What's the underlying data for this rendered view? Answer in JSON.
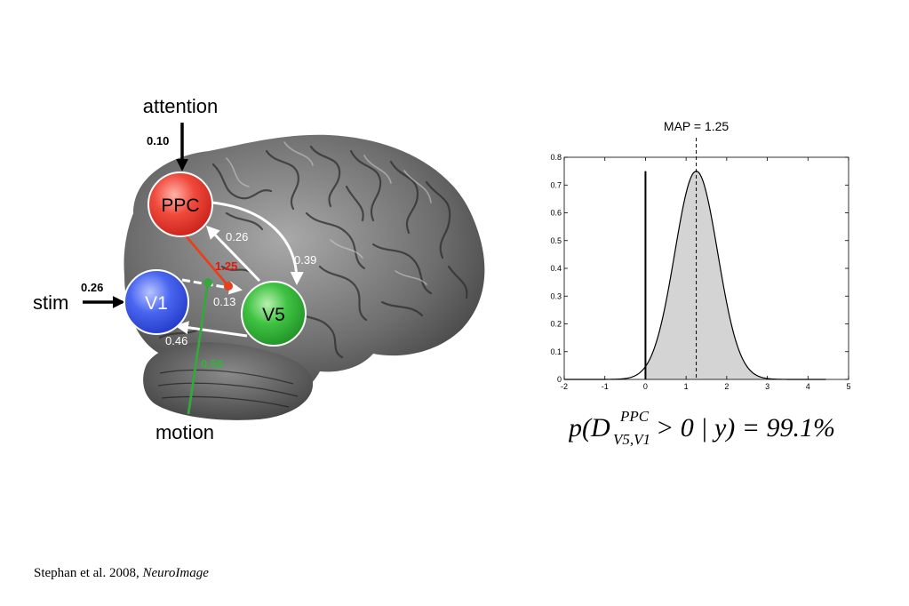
{
  "diagram": {
    "labels": {
      "attention": "attention",
      "stim": "stim",
      "motion": "motion"
    },
    "nodes": {
      "ppc": "PPC",
      "v1": "V1",
      "v5": "V5"
    },
    "weights": {
      "attention_ppc": "0.10",
      "stim_v1": "0.26",
      "v5_ppc": "0.26",
      "ppc_v5": "0.39",
      "v1_v5": "0.13",
      "modulation": "1.25",
      "v5_v1": "0.46",
      "motion": "0.50"
    },
    "colors": {
      "ppc": "#e8322c",
      "v1": "#3453e6",
      "v5": "#33b33a",
      "modulation": "#e8401c",
      "motion": "#34a83a"
    }
  },
  "chart_data": {
    "type": "area",
    "annotation": "MAP = 1.25",
    "map_value": 1.25,
    "x_ticks": [
      "-2",
      "-1",
      "0",
      "1",
      "2",
      "3",
      "4",
      "5"
    ],
    "y_ticks": [
      "0",
      "0.1",
      "0.2",
      "0.3",
      "0.4",
      "0.5",
      "0.6",
      "0.7",
      "0.8"
    ],
    "xlim": [
      -2,
      5
    ],
    "ylim": [
      0,
      0.8
    ],
    "distribution": {
      "kind": "gaussian",
      "mean": 1.25,
      "peak": 0.75,
      "sd": 0.53,
      "x_start": -2,
      "x_end": 4.45
    },
    "zero_line": 0,
    "shaded_from": 0
  },
  "formula": {
    "p": "p(",
    "D": "D",
    "superscript": "PPC",
    "subscript": "V5,V1",
    "rest": " > 0 | y) = 99.1%"
  },
  "citation": {
    "authors": "Stephan et al. 2008, ",
    "journal": "NeuroImage"
  }
}
